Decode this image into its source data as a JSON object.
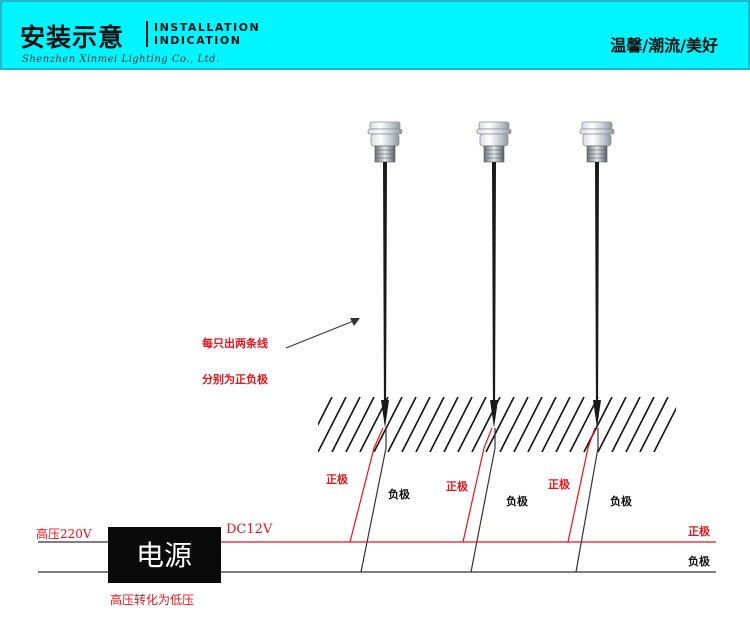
{
  "header": {
    "title_cn": "安装示意",
    "title_en_line1": "INSTALLATION",
    "title_en_line2": "INDICATION",
    "company": "Shenzhen Xinmei Lighting Co., Ltd.",
    "slogan": "温馨/潮流/美好"
  },
  "diagram": {
    "note_line1": "每只出两条线",
    "note_line2": "分别为正负极",
    "positive": "正极",
    "negative": "负极",
    "high_voltage": "高压220V",
    "power_label": "电源",
    "dc": "DC12V",
    "converter_caption": "高压转化为低压",
    "colors": {
      "positive_wire": "#e8141c",
      "negative_wire": "#222222",
      "header_bg": "#00f5ff",
      "header_border": "#23b8c8"
    }
  }
}
